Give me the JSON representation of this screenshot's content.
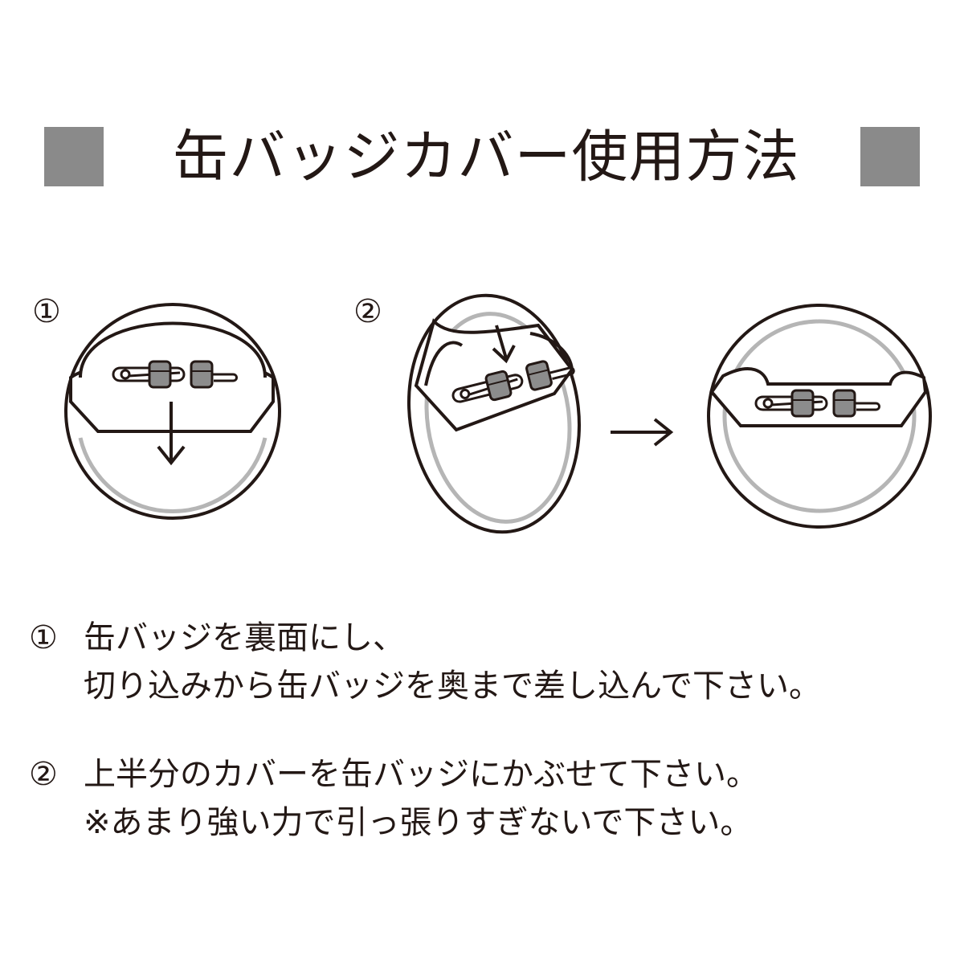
{
  "title": "缶バッジカバー使用方法",
  "steps": {
    "step1_marker": "①",
    "step2_marker": "②"
  },
  "instructions": [
    {
      "number": "①",
      "lines": [
        "缶バッジを裏面にし、",
        "切り込みから缶バッジを奥まで差し込んで下さい。"
      ]
    },
    {
      "number": "②",
      "lines": [
        "上半分のカバーを缶バッジにかぶせて下さい。",
        "※あまり強い力で引っ張りすぎないで下さい。"
      ]
    }
  ],
  "colors": {
    "ink": "#231815",
    "square": "#8a8a8a",
    "badge_gray": "#b5b5b5",
    "clip_gray": "#8c8c8c"
  },
  "icons": [
    "down-arrow-icon",
    "right-arrow-icon",
    "safety-pin-icon"
  ]
}
